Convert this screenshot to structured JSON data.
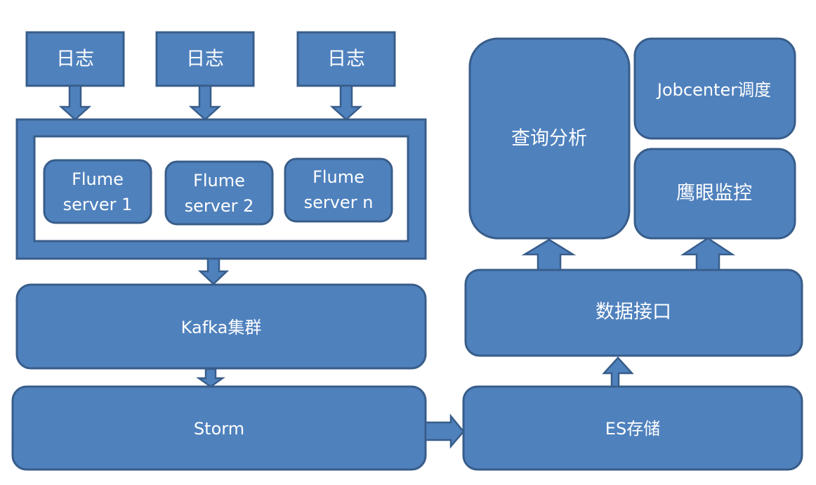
{
  "diagram": {
    "log_sources": [
      {
        "label": "日志"
      },
      {
        "label": "日志"
      },
      {
        "label": "日志"
      }
    ],
    "flume_cluster": {
      "servers": [
        {
          "line1": "Flume",
          "line2": "server 1"
        },
        {
          "line1": "Flume",
          "line2": "server 2"
        },
        {
          "line1": "Flume",
          "line2": "server n"
        }
      ]
    },
    "kafka": {
      "label": "Kafka集群"
    },
    "storm": {
      "label": "Storm"
    },
    "es_storage": {
      "label": "ES存储"
    },
    "data_interface": {
      "label": "数据接口"
    },
    "query_analysis": {
      "label": "查询分析"
    },
    "jobcenter": {
      "label": "Jobcenter调度"
    },
    "eagle_eye_monitor": {
      "label": "鹰眼监控"
    },
    "colors": {
      "fill": "#4f81bd",
      "stroke": "#385d8a",
      "text": "#ffffff",
      "background": "#ffffff"
    },
    "edges": [
      {
        "from": "log_sources.0",
        "to": "flume_cluster"
      },
      {
        "from": "log_sources.1",
        "to": "flume_cluster"
      },
      {
        "from": "log_sources.2",
        "to": "flume_cluster"
      },
      {
        "from": "flume_cluster",
        "to": "kafka"
      },
      {
        "from": "kafka",
        "to": "storm"
      },
      {
        "from": "storm",
        "to": "es_storage"
      },
      {
        "from": "es_storage",
        "to": "data_interface"
      },
      {
        "from": "data_interface",
        "to": "query_analysis"
      },
      {
        "from": "data_interface",
        "to": "eagle_eye_monitor"
      }
    ]
  }
}
